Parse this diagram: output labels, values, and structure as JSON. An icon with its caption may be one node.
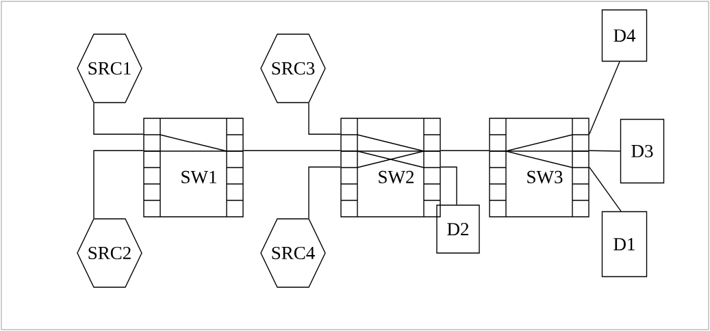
{
  "diagram": {
    "nodes": [
      {
        "text": [
          "SRC1"
        ]
      },
      {
        "text": [
          "SRC2"
        ]
      },
      {
        "text": [
          "SW1"
        ]
      },
      {
        "text": [
          "SRC3"
        ]
      },
      {
        "text": [
          "SRC4"
        ]
      },
      {
        "text": [
          "SW2"
        ]
      },
      {
        "text": [
          "D2"
        ]
      },
      {
        "text": [
          "SW3"
        ]
      },
      {
        "text": [
          "D4"
        ]
      },
      {
        "text": [
          "D3"
        ]
      },
      {
        "text": [
          "D1"
        ]
      }
    ],
    "edges": [
      {
        "from": 0,
        "to": 2,
        "arrow": "none"
      },
      {
        "from": 1,
        "to": 2,
        "arrow": "none"
      },
      {
        "from": 2,
        "to": 5,
        "arrow": "none"
      },
      {
        "from": 3,
        "to": 5,
        "arrow": "none"
      },
      {
        "from": 4,
        "to": 5,
        "arrow": "none"
      },
      {
        "from": 5,
        "to": 6,
        "arrow": "none"
      },
      {
        "from": 5,
        "to": 7,
        "arrow": "none"
      },
      {
        "from": 7,
        "to": 8,
        "arrow": "none"
      },
      {
        "from": 7,
        "to": 9,
        "arrow": "none"
      },
      {
        "from": 7,
        "to": 10,
        "arrow": "none"
      }
    ]
  }
}
